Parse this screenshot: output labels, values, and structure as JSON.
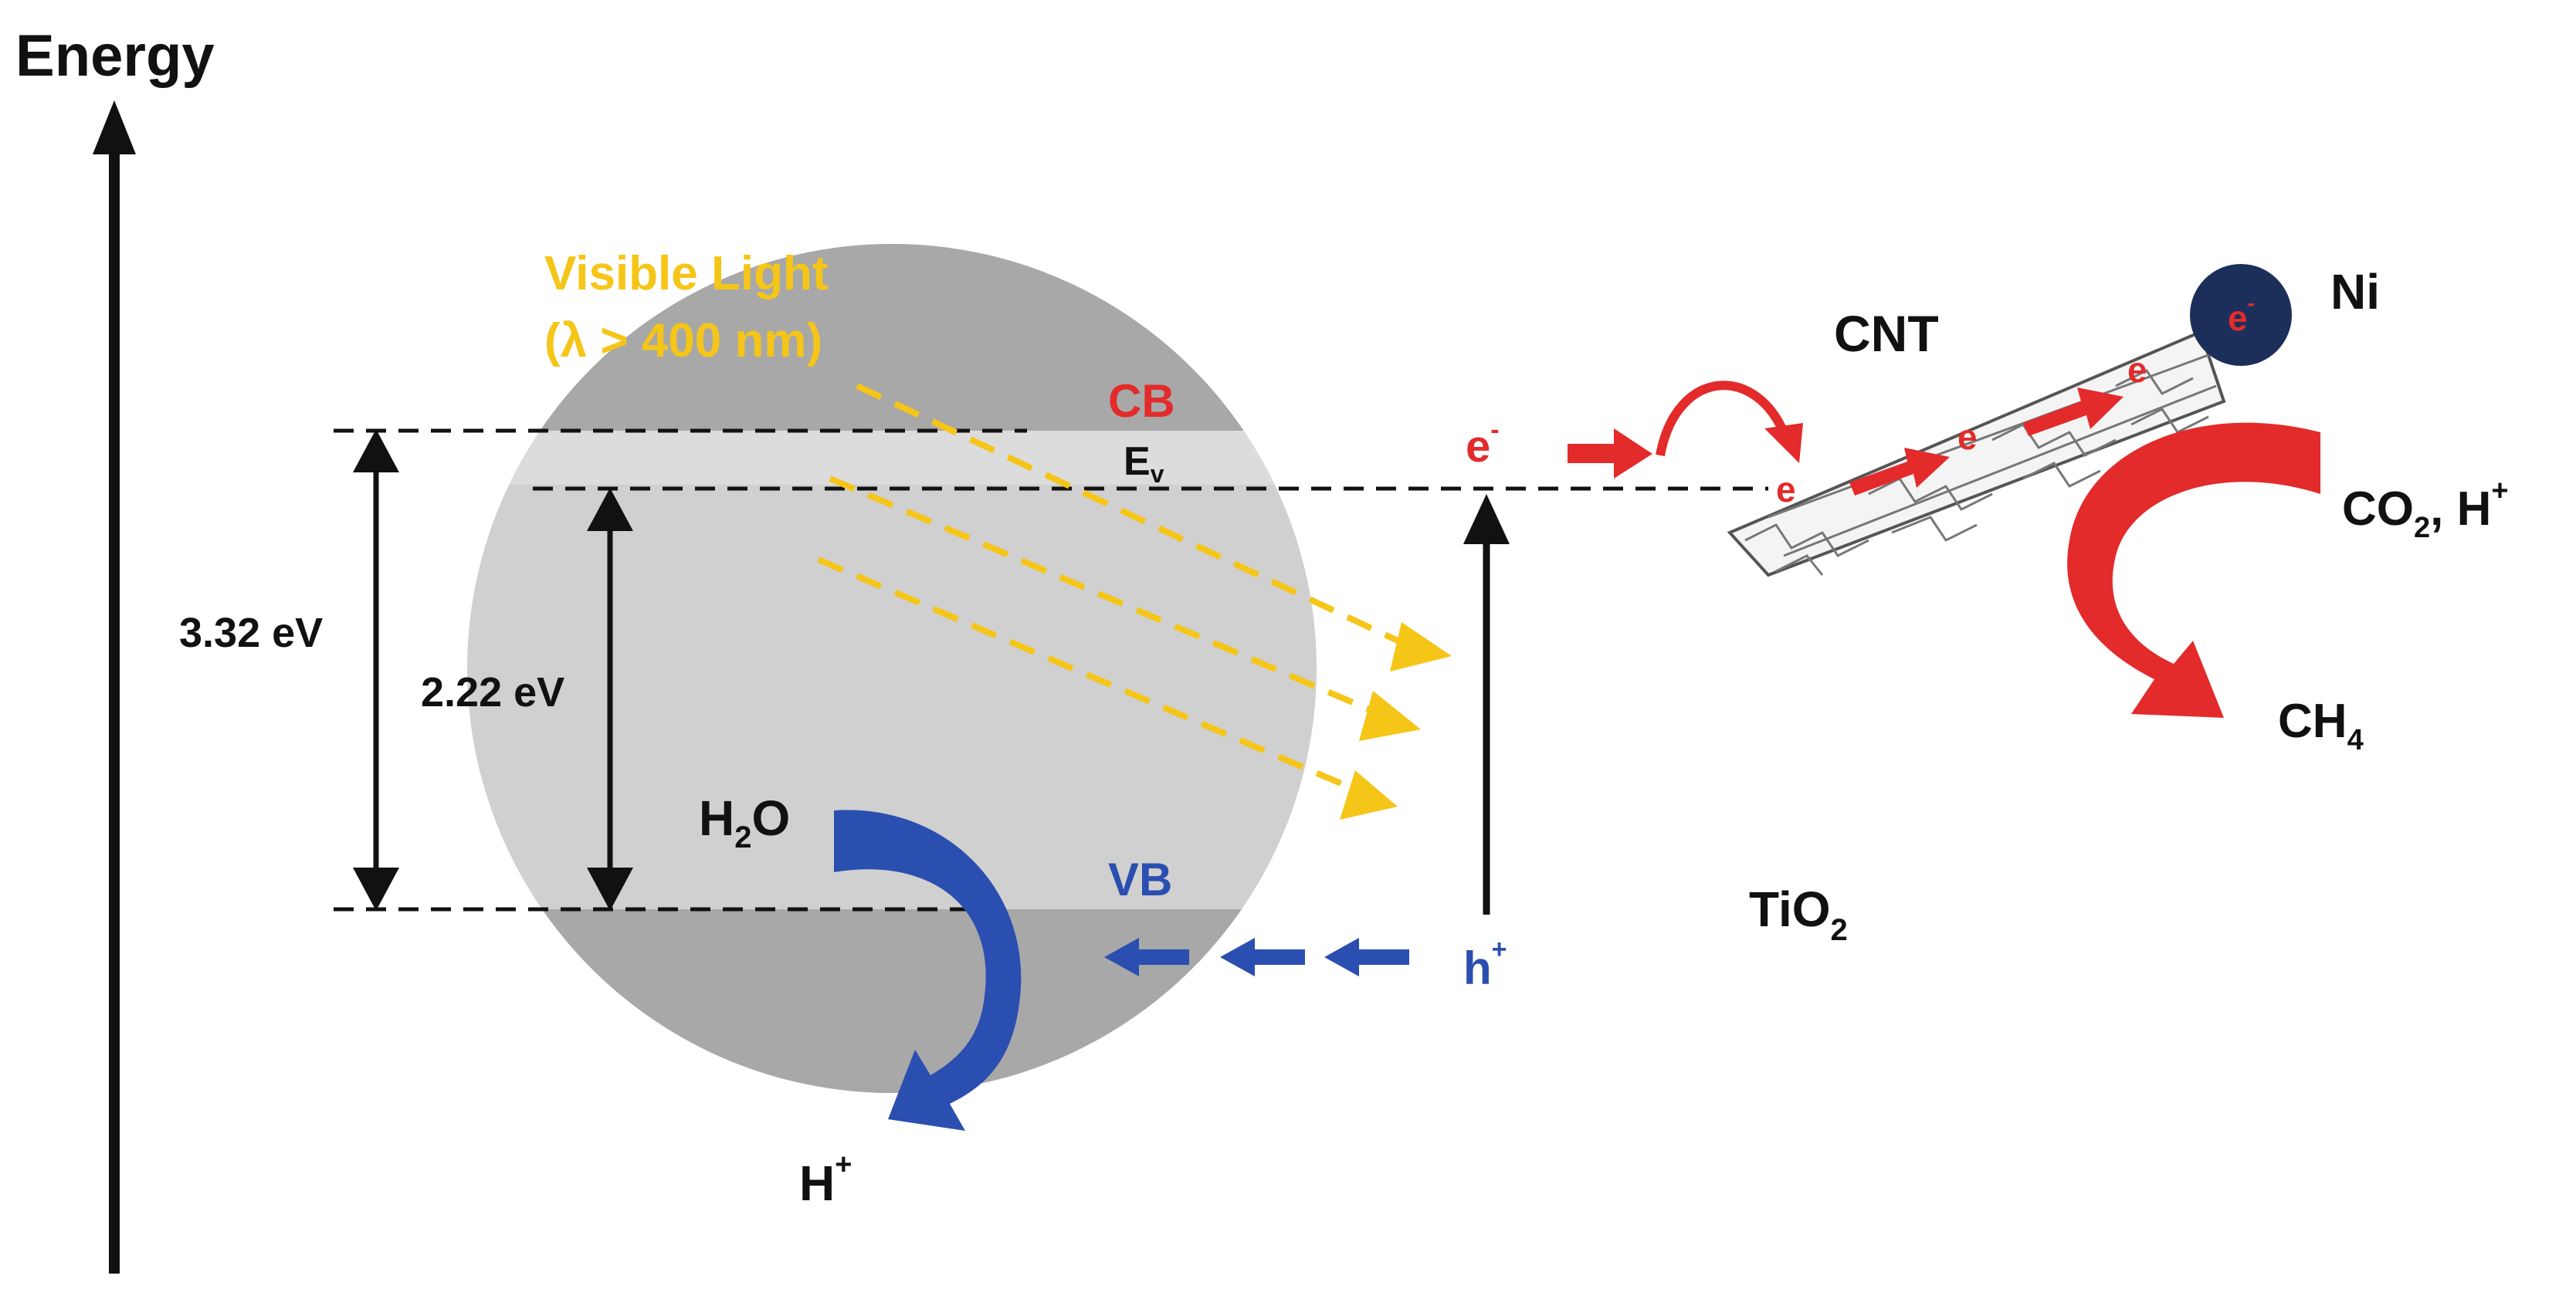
{
  "axis": {
    "label": "Energy"
  },
  "light": {
    "line1": "Visible Light",
    "line2": "(λ > 400 nm)"
  },
  "bands": {
    "cb": "CB",
    "vb": "VB",
    "ev": "E",
    "ev_sub": "v"
  },
  "gaps": {
    "wide": "3.32 eV",
    "narrow": "2.22 eV"
  },
  "carriers": {
    "electron": "e",
    "electron_sup": "-",
    "hole": "h",
    "hole_sup": "+",
    "cnt_electron": "e"
  },
  "materials": {
    "tio2": "TiO",
    "tio2_sub": "2",
    "cnt": "CNT",
    "ni": "Ni"
  },
  "reactions": {
    "h2o": "H",
    "h2o_sub": "2",
    "h2o_tail": "O",
    "hplus": "H",
    "hplus_sup": "+",
    "co2": "CO",
    "co2_sub": "2",
    "co2_tail": ", H",
    "co2_sup": "+",
    "ch4": "CH",
    "ch4_sub": "4"
  },
  "colors": {
    "light": "#f5c518",
    "electron": "#e32b2b",
    "hole": "#2b4fb0",
    "sphere": "#c9c9c9",
    "band": "#a9a9a9"
  }
}
